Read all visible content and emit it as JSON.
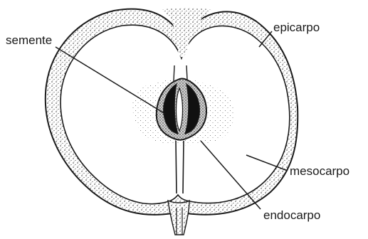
{
  "diagram": {
    "labels": {
      "semente": "semente",
      "epicarpo": "epicarpo",
      "mesocarpo": "mesocarpo",
      "endocarpo": "endocarpo"
    },
    "colors": {
      "ink": "#1a1a1a",
      "background": "#ffffff"
    }
  }
}
